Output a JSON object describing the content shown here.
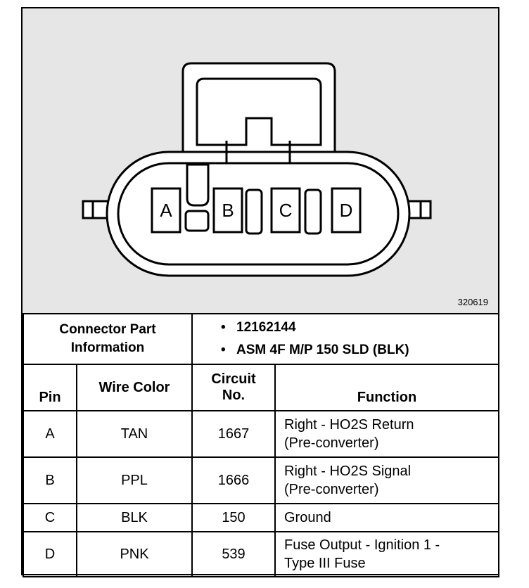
{
  "figure_id": "320619",
  "pin_labels": [
    "A",
    "B",
    "C",
    "D"
  ],
  "connector_info": {
    "label_line1": "Connector Part",
    "label_line2": "Information",
    "items": [
      "12162144",
      "ASM 4F M/P 150 SLD (BLK)"
    ]
  },
  "columns": {
    "pin": "Pin",
    "wire_color": "Wire Color",
    "circuit_line1": "Circuit",
    "circuit_line2": "No.",
    "function": "Function"
  },
  "rows": [
    {
      "pin": "A",
      "wire_color": "TAN",
      "circuit": "1667",
      "function_line1": "Right - HO2S Return",
      "function_line2": "(Pre-converter)"
    },
    {
      "pin": "B",
      "wire_color": "PPL",
      "circuit": "1666",
      "function_line1": "Right - HO2S Signal",
      "function_line2": "(Pre-converter)"
    },
    {
      "pin": "C",
      "wire_color": "BLK",
      "circuit": "150",
      "function_line1": "Ground",
      "function_line2": ""
    },
    {
      "pin": "D",
      "wire_color": "PNK",
      "circuit": "539",
      "function_line1": "Fuse Output - Ignition 1 -",
      "function_line2": "Type III Fuse"
    }
  ]
}
